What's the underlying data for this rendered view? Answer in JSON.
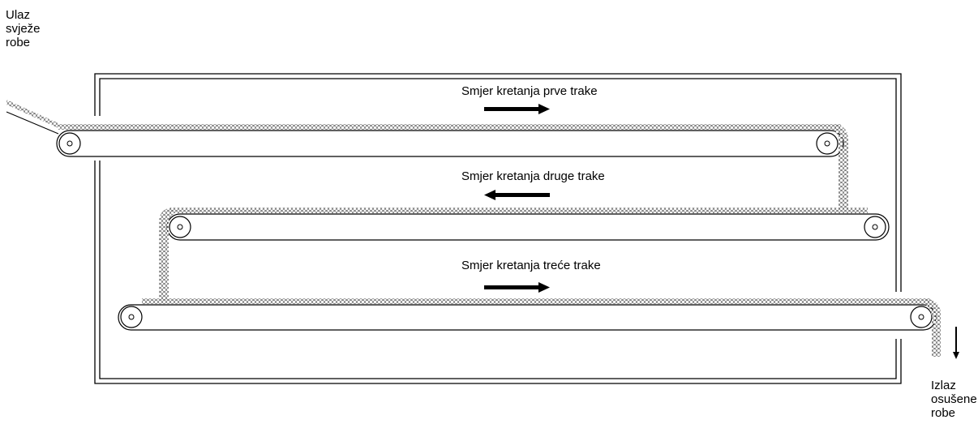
{
  "inlet_label": [
    "Ulaz",
    "svježe",
    "robe"
  ],
  "outlet_label": [
    "Izlaz",
    "osušene",
    "robe"
  ],
  "belts": [
    {
      "id": "belt-1",
      "label": "Smjer kretanja prve trake",
      "direction": "right"
    },
    {
      "id": "belt-2",
      "label": "Smjer kretanja druge trake",
      "direction": "left"
    },
    {
      "id": "belt-3",
      "label": "Smjer kretanja treće trake",
      "direction": "right"
    }
  ]
}
